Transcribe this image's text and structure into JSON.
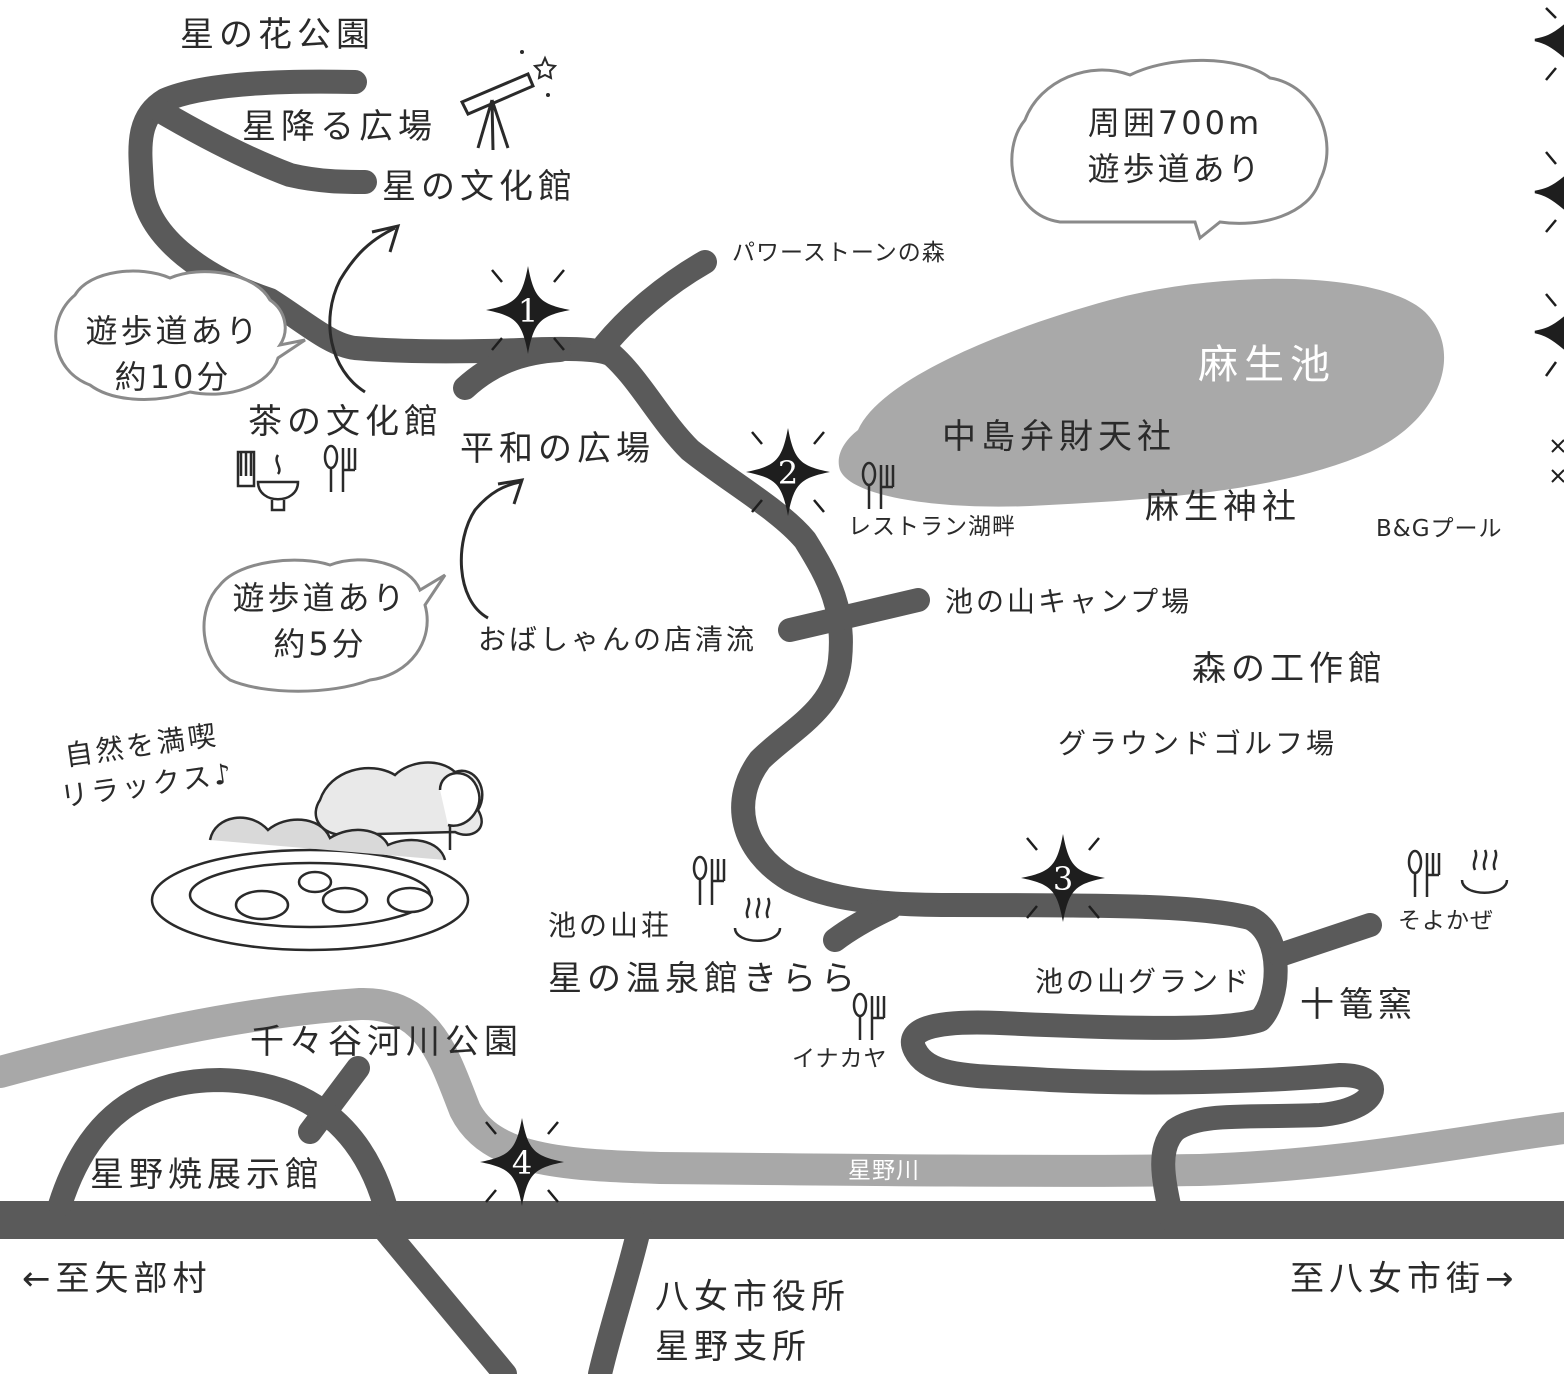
{
  "places": {
    "hoshinohana_park": "星の花公園",
    "hoshifuru_hiroba": "星降る広場",
    "hoshi_bunkakan": "星の文化館",
    "power_stone": "パワーストーンの森",
    "cha_bunkakan": "茶の文化館",
    "heiwa_hiroba": "平和の広場",
    "obashan": "おばしゃんの店清流",
    "aso_pond": "麻生池",
    "nakajima_shrine": "中島弁財天社",
    "aso_shrine": "麻生神社",
    "restaurant_kohan": "レストラン湖畔",
    "bg_pool": "B&Gプール",
    "camp": "池の山キャンプ場",
    "kousakukan": "森の工作館",
    "ground_golf": "グラウンドゴルフ場",
    "ikenoyama_sou": "池の山荘",
    "onsen_kirara": "星の温泉館きらら",
    "ground": "池の山グランド",
    "soyokaze": "そよかぜ",
    "jikkangama": "十篭窯",
    "inakaya": "イナカヤ",
    "chijiya_park": "千々谷河川公園",
    "hoshinoyaki": "星野焼展示館",
    "hoshino_river": "星野川",
    "yabe": "←至矢部村",
    "yame_city": "至八女市街→",
    "city_hall_1": "八女市役所",
    "city_hall_2": "星野支所"
  },
  "bubbles": {
    "pond_walk": [
      "周囲700m",
      "遊歩道あり"
    ],
    "walk_10": [
      "遊歩道あり",
      "約10分"
    ],
    "walk_5": [
      "遊歩道あり",
      "約5分"
    ],
    "nature": [
      "自然を満喫",
      "リラックス♪"
    ]
  },
  "markers": [
    "1",
    "2",
    "3",
    "4"
  ],
  "icons": {
    "restaurant": "fork-spoon-icon",
    "hot_spring": "hot-spring-icon",
    "tea": "tea-bowl-icon",
    "telescope": "telescope-icon",
    "star_marker": "four-point-star-icon"
  },
  "colors": {
    "road": "#5a5a5a",
    "river": "#a8a8a8",
    "pond": "#a9a9a9"
  }
}
